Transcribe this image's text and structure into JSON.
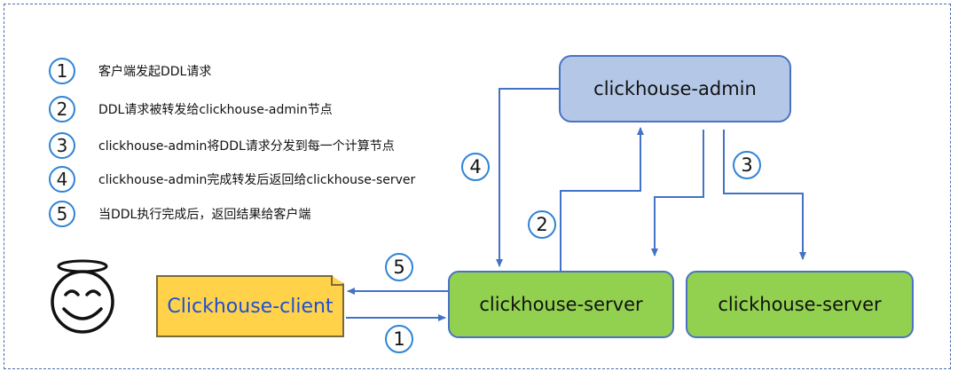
{
  "legend": [
    {
      "num": "1",
      "text": "客户端发起DDL请求"
    },
    {
      "num": "2",
      "text": "DDL请求被转发给clickhouse-admin节点"
    },
    {
      "num": "3",
      "text": "clickhouse-admin将DDL请求分发到每一个计算节点"
    },
    {
      "num": "4",
      "text": "clickhouse-admin完成转发后返回给clickhouse-server"
    },
    {
      "num": "5",
      "text": "当DDL执行完成后，返回结果给客户端"
    }
  ],
  "nodes": {
    "admin": "clickhouse-admin",
    "server_left": "clickhouse-server",
    "server_right": "clickhouse-server",
    "client": "Clickhouse-client"
  },
  "steps": {
    "s1": "1",
    "s2": "2",
    "s3": "3",
    "s4": "4",
    "s5": "5"
  },
  "colors": {
    "admin_fill": "#b4c7e7",
    "server_fill": "#92d050",
    "client_fill": "#ffd24a",
    "arrow": "#4472c4",
    "step_circle": "#2f83d6"
  },
  "icons": {
    "user": "halo-smiley-icon"
  }
}
